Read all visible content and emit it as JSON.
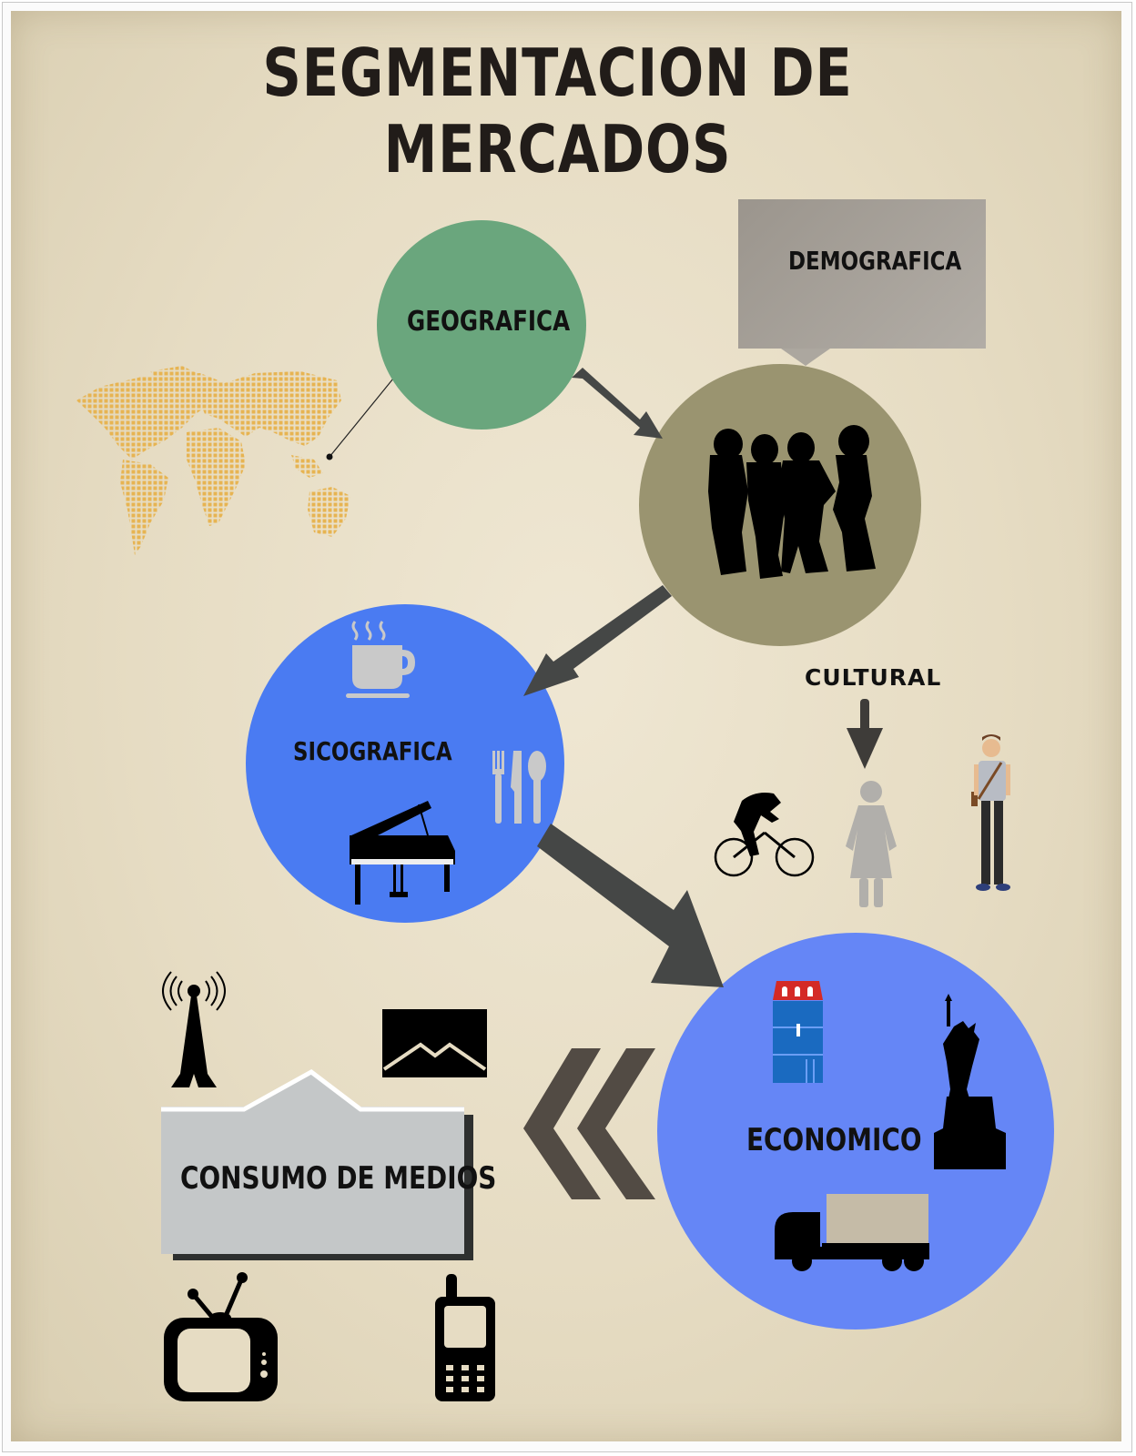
{
  "title": "SEGMENTACION DE MERCADOS",
  "nodes": {
    "geografica": {
      "label": "GEOGRAFICA",
      "color": "#6aa67d"
    },
    "demografica": {
      "label": "DEMOGRAFICA",
      "color": "#a9a399"
    },
    "demografica_circle": {
      "color": "#9a9470",
      "icon": "people-group-silhouette"
    },
    "sicografica": {
      "label": "SICOGRAFICA",
      "color": "#4a7bf2",
      "icons": [
        "coffee-cup-icon",
        "cutlery-icon",
        "grand-piano-icon"
      ]
    },
    "cultural": {
      "label": "CULTURAL",
      "icons": [
        "cyclist-icon",
        "woman-icon",
        "man-illustration"
      ]
    },
    "economico": {
      "label": "ECONOMICO",
      "color": "#6586f6",
      "icons": [
        "building-icon",
        "statue-of-liberty-icon",
        "truck-icon"
      ]
    },
    "consumo_medios": {
      "label": "CONSUMO DE MEDIOS",
      "color": "#c4c7c8",
      "icons": [
        "radio-tower-icon",
        "envelope-icon",
        "tv-icon",
        "mobile-phone-icon"
      ]
    }
  },
  "decorations": {
    "world_map_color": "#e7b452",
    "arrow_color": "#454746",
    "chevron_color": "#524b44"
  }
}
